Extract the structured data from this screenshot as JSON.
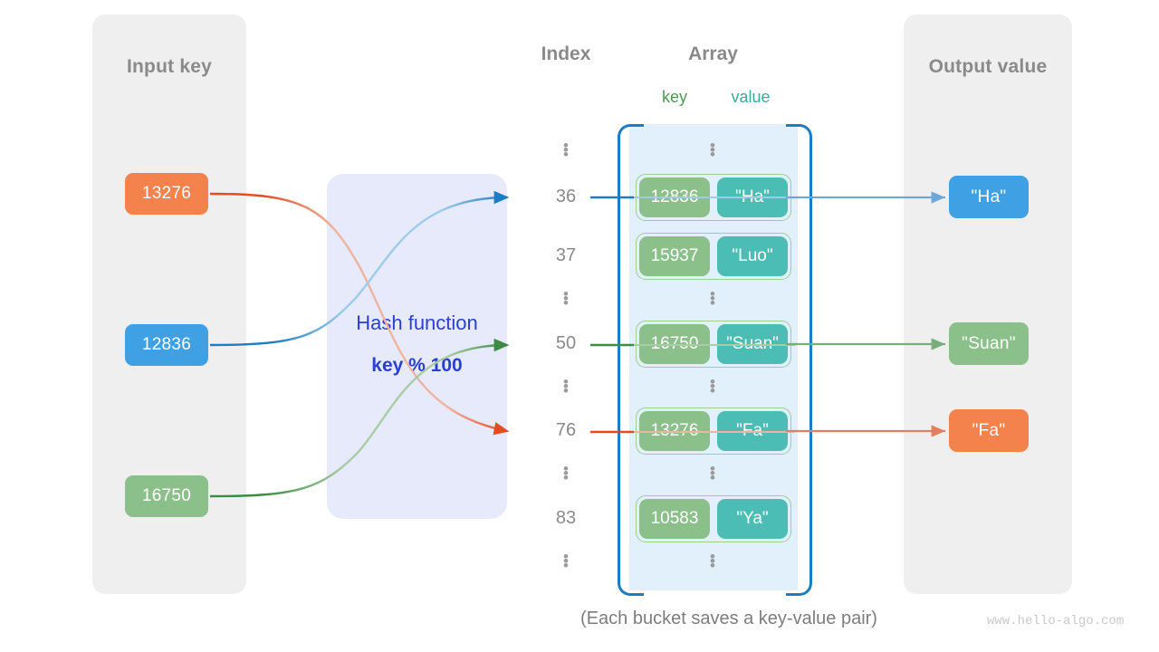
{
  "input_panel": {
    "title": "Input key",
    "items": [
      {
        "label": "13276",
        "color": "#f3824c",
        "style": "orange"
      },
      {
        "label": "12836",
        "color": "#3fa0e4",
        "style": "blue"
      },
      {
        "label": "16750",
        "color": "#8cc08a",
        "style": "green"
      }
    ]
  },
  "hash_box": {
    "name": "Hash function",
    "formula": "key % 100",
    "color": "#2b3fd4"
  },
  "index_column": {
    "title": "Index",
    "entries": [
      "⋮",
      "36",
      "37",
      "⋮",
      "50",
      "⋮",
      "76",
      "⋮",
      "83",
      "⋮"
    ]
  },
  "array": {
    "title": "Array",
    "key_label": "key",
    "value_label": "value",
    "key_label_color": "#4a9a52",
    "value_label_color": "#3aa99e",
    "buckets": [
      {
        "key": "12836",
        "value": "\"Ha\"",
        "index": "36"
      },
      {
        "key": "15937",
        "value": "\"Luo\"",
        "index": "37"
      },
      {
        "key": "16750",
        "value": "\"Suan\"",
        "index": "50"
      },
      {
        "key": "13276",
        "value": "\"Fa\"",
        "index": "76"
      },
      {
        "key": "10583",
        "value": "\"Ya\"",
        "index": "83"
      }
    ]
  },
  "output_panel": {
    "title": "Output value",
    "items": [
      {
        "label": "\"Ha\"",
        "color": "#3fa0e4",
        "style": "blue"
      },
      {
        "label": "\"Suan\"",
        "color": "#8cc08a",
        "style": "green"
      },
      {
        "label": "\"Fa\"",
        "color": "#f3824c",
        "style": "orange"
      }
    ]
  },
  "caption": "(Each bucket saves a key-value pair)",
  "watermark": "www.hello-algo.com",
  "colors": {
    "blue": "#1d7dc4",
    "green": "#3d8b43",
    "orange": "#e8491d",
    "panel_bg": "#efefef",
    "array_bg": "#e2f0fb",
    "hash_bg": "#e6eafb"
  }
}
